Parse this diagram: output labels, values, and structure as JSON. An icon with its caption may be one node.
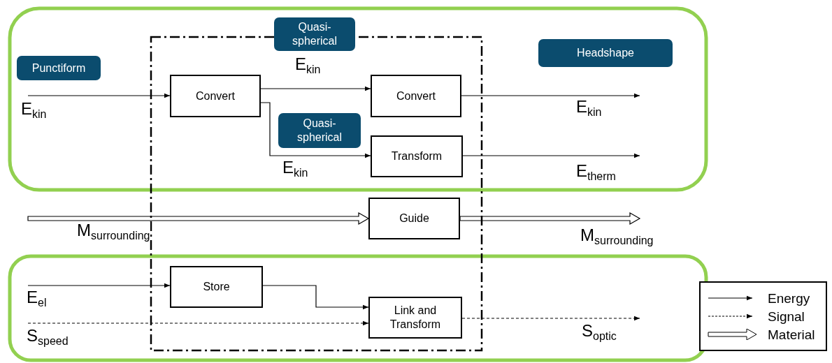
{
  "diagram": {
    "nodes": [
      {
        "text": [
          "Punctiform"
        ]
      },
      {
        "text": [
          "Quasi- spherical"
        ]
      },
      {
        "text": [
          "Convert"
        ]
      },
      {
        "text": [
          "Headshape"
        ]
      },
      {
        "text": [
          "Convert"
        ]
      },
      {
        "text": [
          "Quasi- spherical"
        ]
      },
      {
        "text": [
          "Transform"
        ]
      },
      {
        "text": [
          "Guide"
        ]
      },
      {
        "text": [
          "Store"
        ]
      },
      {
        "text": [
          "Link and Transform"
        ]
      }
    ],
    "edges": [
      {
        "from": null,
        "to": 2,
        "arrow": "to",
        "label": "E$_{kin}$"
      },
      {
        "from": 2,
        "to": 4,
        "arrow": "to",
        "label": "E$_{kin}$"
      },
      {
        "from": 2,
        "to": 6,
        "arrow": "to",
        "label": "E$_{kin}$"
      },
      {
        "from": 4,
        "to": null,
        "arrow": "to",
        "label": "E$_{kin}$"
      },
      {
        "from": 6,
        "to": null,
        "arrow": "to",
        "label": "E$_{therm}$"
      },
      {
        "from": null,
        "to": 7,
        "arrow": "to",
        "label": "M$_{surrounding}$",
        "style": "thick"
      },
      {
        "from": 7,
        "to": null,
        "arrow": "to",
        "label": "M$_{surrounding}$",
        "style": "thick"
      },
      {
        "from": null,
        "to": 8,
        "arrow": "to",
        "label": "E$_{el}$"
      },
      {
        "from": 8,
        "to": 9,
        "arrow": "to"
      },
      {
        "from": null,
        "to": 9,
        "arrow": "to",
        "label": "S$_{speed}$",
        "style": "dashed"
      },
      {
        "from": 9,
        "to": null,
        "arrow": "to",
        "label": "S$_{optic}$",
        "style": "dashed"
      }
    ],
    "legend": [
      {
        "text": "Energy"
      },
      {
        "text": "Signal"
      },
      {
        "text": "Material"
      }
    ]
  }
}
